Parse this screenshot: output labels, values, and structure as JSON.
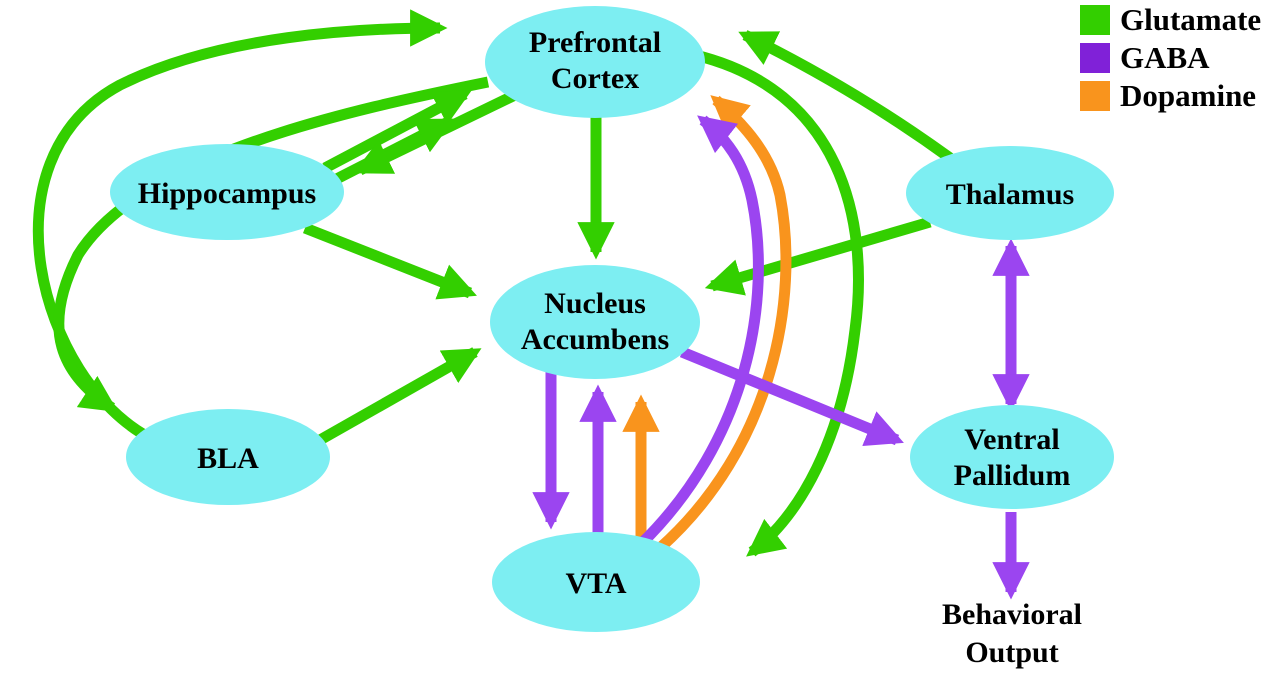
{
  "colors": {
    "glutamate": "#33CF00",
    "gaba": "#9B45F0",
    "gaba_legend": "#8021D8",
    "dopamine": "#F9941D",
    "node_fill": "#7DEEF2",
    "text": "#000000",
    "background": "#FFFFFF"
  },
  "legend": {
    "items": [
      {
        "label": "Glutamate",
        "color": "#33CF00"
      },
      {
        "label": "GABA",
        "color": "#8021D8"
      },
      {
        "label": "Dopamine",
        "color": "#F9941D"
      }
    ]
  },
  "nodes": {
    "pfc": {
      "line1": "Prefrontal",
      "line2": "Cortex"
    },
    "hippocampus": {
      "label": "Hippocampus"
    },
    "thalamus": {
      "label": "Thalamus"
    },
    "nacc": {
      "line1": "Nucleus",
      "line2": "Accumbens"
    },
    "bla": {
      "label": "BLA"
    },
    "vp": {
      "line1": "Ventral",
      "line2": "Pallidum"
    },
    "vta": {
      "label": "VTA"
    }
  },
  "output_label": {
    "line1": "Behavioral",
    "line2": "Output"
  },
  "edges": [
    {
      "from": "BLA",
      "to": "Prefrontal Cortex",
      "transmitter": "Glutamate"
    },
    {
      "from": "Prefrontal Cortex",
      "to": "BLA",
      "transmitter": "Glutamate"
    },
    {
      "from": "Hippocampus",
      "to": "Prefrontal Cortex",
      "transmitter": "Glutamate"
    },
    {
      "from": "Hippocampus",
      "to": "Prefrontal Cortex",
      "transmitter": "Glutamate"
    },
    {
      "from": "Prefrontal Cortex",
      "to": "Hippocampus",
      "transmitter": "Glutamate"
    },
    {
      "from": "Prefrontal Cortex",
      "to": "Nucleus Accumbens",
      "transmitter": "Glutamate"
    },
    {
      "from": "Hippocampus",
      "to": "Nucleus Accumbens",
      "transmitter": "Glutamate"
    },
    {
      "from": "BLA",
      "to": "Nucleus Accumbens",
      "transmitter": "Glutamate"
    },
    {
      "from": "Thalamus",
      "to": "Nucleus Accumbens",
      "transmitter": "Glutamate"
    },
    {
      "from": "Thalamus",
      "to": "Prefrontal Cortex",
      "transmitter": "Glutamate"
    },
    {
      "from": "Prefrontal Cortex",
      "to": "VTA",
      "transmitter": "Glutamate"
    },
    {
      "from": "VTA",
      "to": "Nucleus Accumbens",
      "transmitter": "Dopamine"
    },
    {
      "from": "VTA",
      "to": "Prefrontal Cortex",
      "transmitter": "Dopamine"
    },
    {
      "from": "Nucleus Accumbens",
      "to": "VTA",
      "transmitter": "GABA"
    },
    {
      "from": "VTA",
      "to": "Nucleus Accumbens",
      "transmitter": "GABA"
    },
    {
      "from": "Nucleus Accumbens",
      "to": "Ventral Pallidum",
      "transmitter": "GABA"
    },
    {
      "from": "VTA",
      "to": "Prefrontal Cortex",
      "transmitter": "GABA"
    },
    {
      "from": "Ventral Pallidum",
      "to": "Thalamus",
      "transmitter": "GABA",
      "bidirectional": true
    },
    {
      "from": "Ventral Pallidum",
      "to": "Behavioral Output",
      "transmitter": "GABA"
    }
  ]
}
